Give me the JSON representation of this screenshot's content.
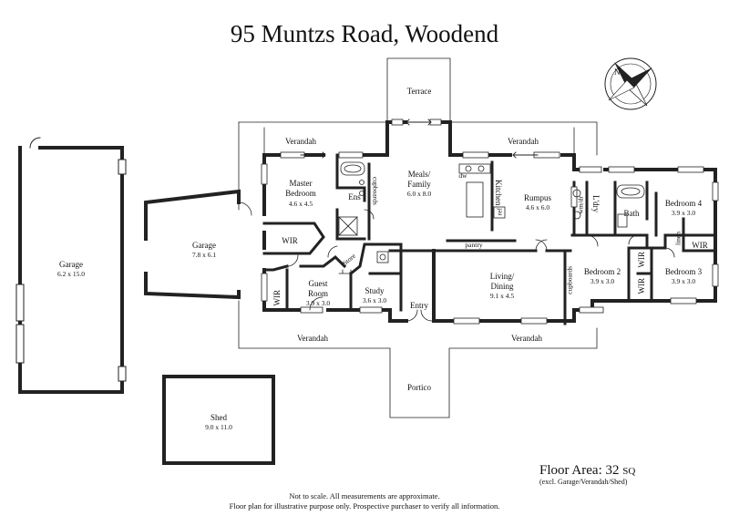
{
  "title": "95 Muntzs Road, Woodend",
  "floor_area": {
    "label": "Floor Area: 32",
    "unit": "SQ",
    "note": "(excl. Garage/Verandah/Shed)"
  },
  "disclaimer": {
    "line1": "Not to scale. All measurements are approximate.",
    "line2": "Floor plan for illustrative purpose only. Prospective purchaser to verify all information."
  },
  "compass": "north-arrow-icon",
  "rooms": {
    "garage_detached": {
      "name": "Garage",
      "size": "6.2 x 15.0"
    },
    "shed": {
      "name": "Shed",
      "size": "9.0 x 11.0"
    },
    "garage": {
      "name": "Garage",
      "size": "7.8 x 6.1"
    },
    "master": {
      "name1": "Master",
      "name2": "Bedroom",
      "size": "4.6 x 4.5"
    },
    "ens": {
      "name": "Ens"
    },
    "cupboards_ens": {
      "name": "cupboards"
    },
    "wir_master": {
      "name": "WIR"
    },
    "store": {
      "name": "Store"
    },
    "wir_guest": {
      "name": "WIR"
    },
    "guest": {
      "name1": "Guest",
      "name2": "Room",
      "size": "3.9 x 3.0"
    },
    "study": {
      "name": "Study",
      "size": "3.6 x 3.0"
    },
    "meals": {
      "name1": "Meals/",
      "name2": "Family",
      "size": "6.0 x 8.0"
    },
    "kitchen": {
      "name": "Kitchen"
    },
    "dw": {
      "name": "dw"
    },
    "ref": {
      "name": "ref"
    },
    "pantry": {
      "name": "pantry"
    },
    "entry": {
      "name": "Entry"
    },
    "living": {
      "name1": "Living/",
      "name2": "Dining",
      "size": "9.1 x 4.5"
    },
    "rumpus": {
      "name": "Rumpus",
      "size": "4.6 x 6.0"
    },
    "cupboards_living": {
      "name": "cupboards"
    },
    "wm_dr": {
      "name": "wm/dr"
    },
    "ldry": {
      "name": "L'dry"
    },
    "bath": {
      "name": "Bath"
    },
    "bed4": {
      "name": "Bedroom 4",
      "size": "3.9 x 3.0"
    },
    "linen": {
      "name": "linen"
    },
    "wir_bed4": {
      "name": "WIR"
    },
    "bed2": {
      "name": "Bedroom 2",
      "size": "3.9 x 3.0"
    },
    "wir_bed2": {
      "name": "WIR"
    },
    "wir_bed3": {
      "name": "WIR"
    },
    "bed3": {
      "name": "Bedroom 3",
      "size": "3.9 x 3.0"
    }
  },
  "outdoor": {
    "terrace": "Terrace",
    "verandah_nw": "Verandah",
    "verandah_ne": "Verandah",
    "verandah_sw": "Verandah",
    "verandah_se": "Verandah",
    "portico": "Portico"
  }
}
